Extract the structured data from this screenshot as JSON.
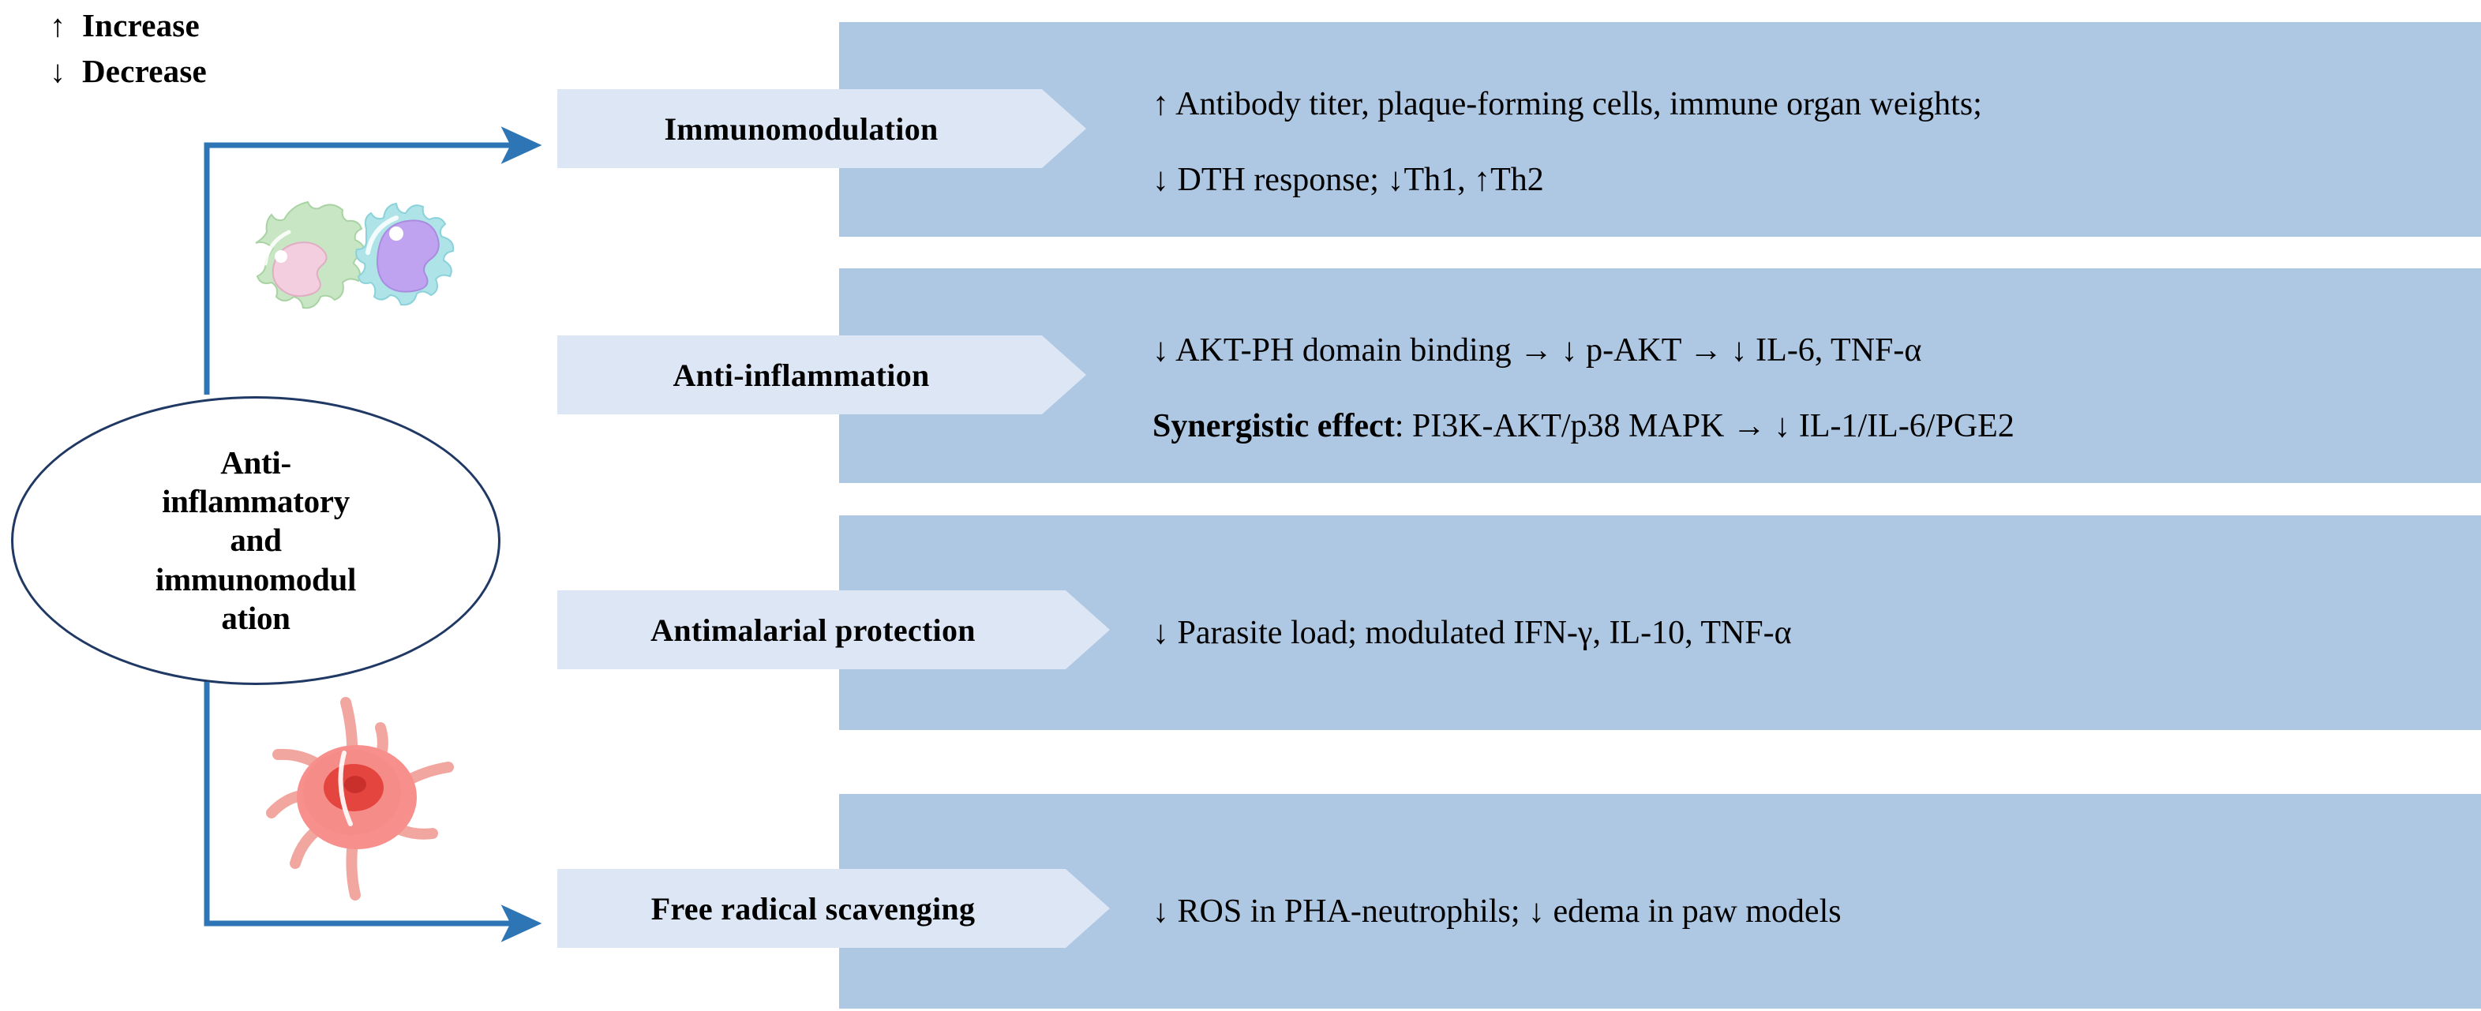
{
  "legend": {
    "items": [
      {
        "arrow": "↑",
        "label": "Increase",
        "icon": "up-arrow-icon"
      },
      {
        "arrow": "↓",
        "label": "Decrease",
        "icon": "down-arrow-icon"
      }
    ]
  },
  "center_node": {
    "text": "Anti-inflammatory and immunomodulation",
    "lines": [
      "Anti-",
      "inflammatory",
      "and",
      "immunomodul",
      "ation"
    ]
  },
  "rows": [
    {
      "id": "immunomodulation",
      "chevron_label": "Immunomodulation",
      "lines": [
        {
          "text": "↑ Antibody titer, plaque-forming cells, immune organ weights;",
          "bold": false
        },
        {
          "text": "↓ DTH response; ↓Th1, ↑Th2",
          "bold": false
        }
      ]
    },
    {
      "id": "anti-inflammation",
      "chevron_label": "Anti-inflammation",
      "lines": [
        {
          "text": "↓ AKT-PH domain binding → ↓ p-AKT → ↓ IL-6, TNF-α",
          "bold": false
        },
        {
          "text": "Synergistic effect",
          "suffix": ": PI3K-AKT/p38 MAPK → ↓ IL-1/IL-6/PGE2",
          "bold": true
        }
      ]
    },
    {
      "id": "antimalarial-protection",
      "chevron_label": "Antimalarial protection",
      "lines": [
        {
          "text": "↓ Parasite load; modulated IFN-γ, IL-10, TNF-α",
          "bold": false
        }
      ]
    },
    {
      "id": "free-radical-scavenging",
      "chevron_label": "Free radical scavenging",
      "lines": [
        {
          "text": "↓ ROS in PHA-neutrophils; ↓ edema in paw models",
          "bold": false
        }
      ]
    }
  ],
  "illustrations": [
    {
      "name": "immune-cells-illustration",
      "caption": ""
    },
    {
      "name": "malaria-parasite-illustration",
      "caption": ""
    }
  ],
  "colors": {
    "band": "#aec7e3",
    "chevron": "#dce6f4",
    "connector": "#2e75b6",
    "ellipse_stroke": "#1f3864",
    "text": "#000000"
  }
}
